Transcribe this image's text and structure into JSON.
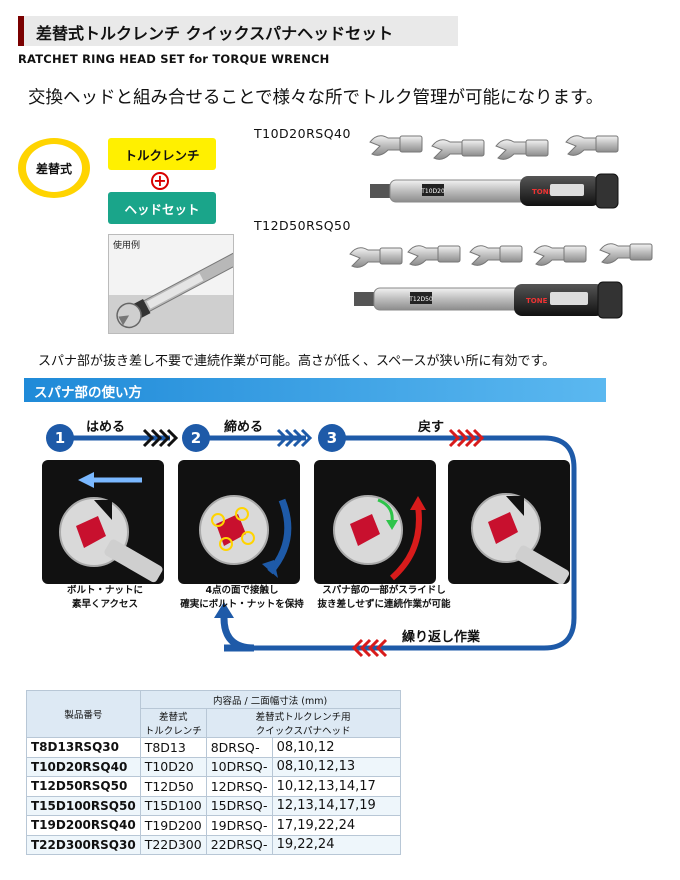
{
  "header": {
    "title_jp": "差替式トルクレンチ クイックスパナヘッドセット",
    "title_en": "RATCHET RING HEAD SET for TORQUE WRENCH",
    "headline": "交換ヘッドと組み合せることで様々な所でトルク管理が可能になります。"
  },
  "concept": {
    "badge": "差替式",
    "wrench_label": "トルクレンチ",
    "head_label": "ヘッドセット",
    "usage_label": "使用例"
  },
  "products": [
    {
      "model": "T10D20RSQ40",
      "head_count": 4,
      "wrench_tag": "T10D20",
      "brand": "TONE"
    },
    {
      "model": "T12D50RSQ50",
      "head_count": 5,
      "wrench_tag": "T12D50",
      "brand": "TONE"
    }
  ],
  "caption": "スパナ部が抜き差し不要で連続作業が可能。高さが低く、スペースが狭い所に有効です。",
  "section": {
    "title": "スパナ部の使い方",
    "steps": [
      {
        "number": "1",
        "word": "はめる",
        "note_lines": [
          "ボルト・ナットに",
          "素早くアクセス"
        ]
      },
      {
        "number": "2",
        "word": "締める",
        "note_lines": [
          "4点の面で接触し",
          "確実にボルト・ナットを保持"
        ]
      },
      {
        "number": "3",
        "word": "戻す",
        "note_lines": [
          "スパナ部の一部がスライドし",
          "抜き差しせずに連続作業が可能"
        ]
      }
    ],
    "repeat_label": "繰り返し作業",
    "colors": {
      "track": "#1e5aa8",
      "arrow_dark": "#111111",
      "arrow_blue": "#1e5aa8",
      "arrow_red": "#d81b1b"
    }
  },
  "table": {
    "col_model": "製品番号",
    "col_contents": "内容品 / 二面幅寸法 (mm)",
    "col_wrench_l1": "差替式",
    "col_wrench_l2": "トルクレンチ",
    "col_head_l1": "差替式トルクレンチ用",
    "col_head_l2": "クイックスパナヘッド",
    "rows": [
      {
        "model": "T8D13RSQ30",
        "wrench": "T8D13",
        "head": "8DRSQ-",
        "sizes": "08,10,12"
      },
      {
        "model": "T10D20RSQ40",
        "wrench": "T10D20",
        "head": "10DRSQ-",
        "sizes": "08,10,12,13"
      },
      {
        "model": "T12D50RSQ50",
        "wrench": "T12D50",
        "head": "12DRSQ-",
        "sizes": "10,12,13,14,17"
      },
      {
        "model": "T15D100RSQ50",
        "wrench": "T15D100",
        "head": "15DRSQ-",
        "sizes": "12,13,14,17,19"
      },
      {
        "model": "T19D200RSQ40",
        "wrench": "T19D200",
        "head": "19DRSQ-",
        "sizes": "17,19,22,24"
      },
      {
        "model": "T22D300RSQ30",
        "wrench": "T22D300",
        "head": "22DRSQ-",
        "sizes": "19,22,24"
      }
    ]
  }
}
